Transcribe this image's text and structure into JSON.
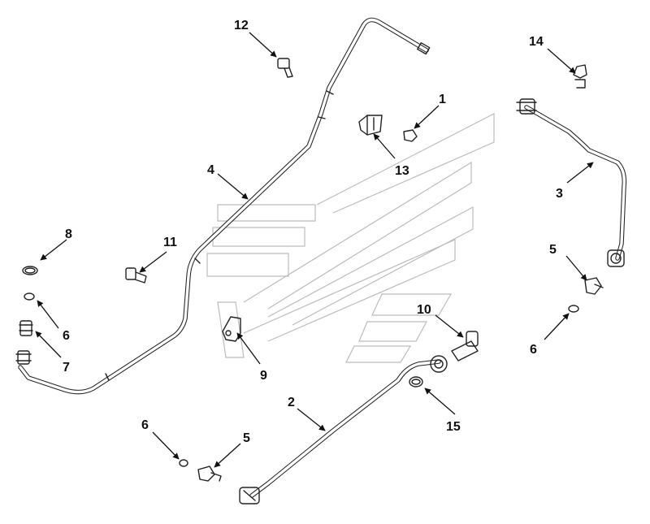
{
  "callouts": {
    "c1": "1",
    "c2": "2",
    "c3": "3",
    "c4": "4",
    "c5a": "5",
    "c5b": "5",
    "c6a": "6",
    "c6b": "6",
    "c6c": "6",
    "c7": "7",
    "c8": "8",
    "c9": "9",
    "c10": "10",
    "c11": "11",
    "c12": "12",
    "c13": "13",
    "c14": "14",
    "c15": "15"
  }
}
